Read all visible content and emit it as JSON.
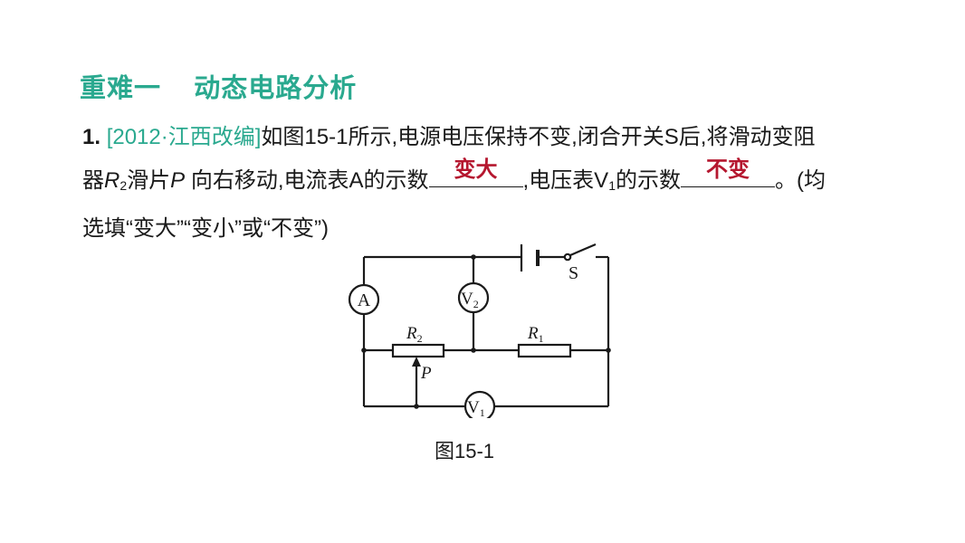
{
  "heading": {
    "title": "重难一",
    "subtitle": "动态电路分析"
  },
  "question": {
    "number": "1.",
    "source": "[2012·江西改编]",
    "text1": "如图15-1所示,电源电压保持不变,闭合开关S后,将滑动变阻",
    "text2a": "器",
    "r2_R": "R",
    "r2_sub": "2",
    "text2b": "滑片",
    "p_label": "P",
    "text2c": " 向右移动,电流表A的示数",
    "answer1": "变大",
    "text2d": ",电压表V",
    "v1_sub": "1",
    "text2e": "的示数",
    "answer2": "不变",
    "text2f": "。(均",
    "text3": "选填“变大”“变小”或“不变”)"
  },
  "figure": {
    "caption": "图15-1",
    "labels": {
      "ammeter": "A",
      "v2_letter": "V",
      "v2_sub": "2",
      "v1_letter": "V",
      "v1_sub": "1",
      "switch": "S",
      "r2_letter": "R",
      "r2_sub": "2",
      "r1_letter": "R",
      "r1_sub": "1",
      "slider": "P"
    }
  }
}
